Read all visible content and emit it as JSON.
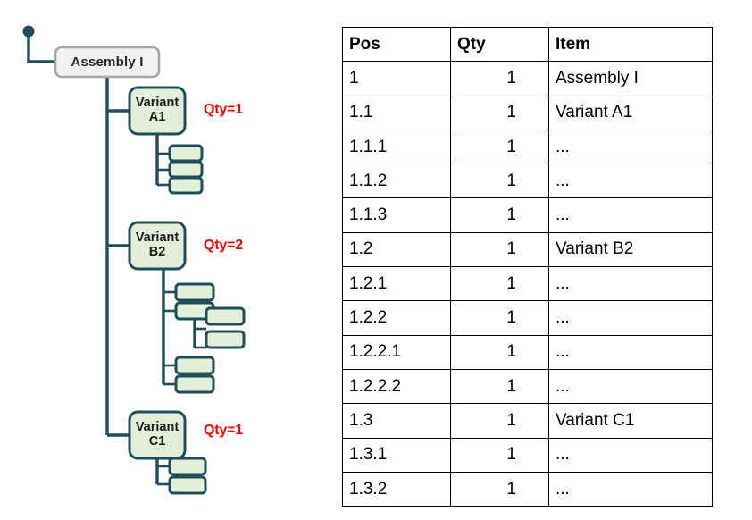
{
  "colors": {
    "tree_line": "#1F4E5A",
    "variant_fill": "#E2EFD9",
    "variant_border": "#1F4E5A",
    "root_fill": "#F2F2F2",
    "root_border": "#A6A6A6",
    "qty_text": "#FF0000",
    "table_border": "#000000",
    "page_background": "#FFFFFF"
  },
  "tree": {
    "root": {
      "label": "Assembly I"
    },
    "variants": [
      {
        "label_line1": "Variant",
        "label_line2": "A1",
        "qty_label": "Qty=1",
        "child_count": 3
      },
      {
        "label_line1": "Variant",
        "label_line2": "B2",
        "qty_label": "Qty=2",
        "child_count": 4,
        "grandchild_count": 2
      },
      {
        "label_line1": "Variant",
        "label_line2": "C1",
        "qty_label": "Qty=1",
        "child_count": 2
      }
    ]
  },
  "table": {
    "columns": [
      "Pos",
      "Qty",
      "Item"
    ],
    "rows": [
      {
        "pos": "1",
        "qty": "1",
        "item": "Assembly I"
      },
      {
        "pos": "1.1",
        "qty": "1",
        "item": "Variant A1"
      },
      {
        "pos": "1.1.1",
        "qty": "1",
        "item": "..."
      },
      {
        "pos": "1.1.2",
        "qty": "1",
        "item": "..."
      },
      {
        "pos": "1.1.3",
        "qty": "1",
        "item": "..."
      },
      {
        "pos": "1.2",
        "qty": "1",
        "item": "Variant B2"
      },
      {
        "pos": "1.2.1",
        "qty": "1",
        "item": "..."
      },
      {
        "pos": "1.2.2",
        "qty": "1",
        "item": "..."
      },
      {
        "pos": "1.2.2.1",
        "qty": "1",
        "item": "..."
      },
      {
        "pos": "1.2.2.2",
        "qty": "1",
        "item": "..."
      },
      {
        "pos": "1.3",
        "qty": "1",
        "item": "Variant C1"
      },
      {
        "pos": "1.3.1",
        "qty": "1",
        "item": "..."
      },
      {
        "pos": "1.3.2",
        "qty": "1",
        "item": "..."
      }
    ]
  }
}
